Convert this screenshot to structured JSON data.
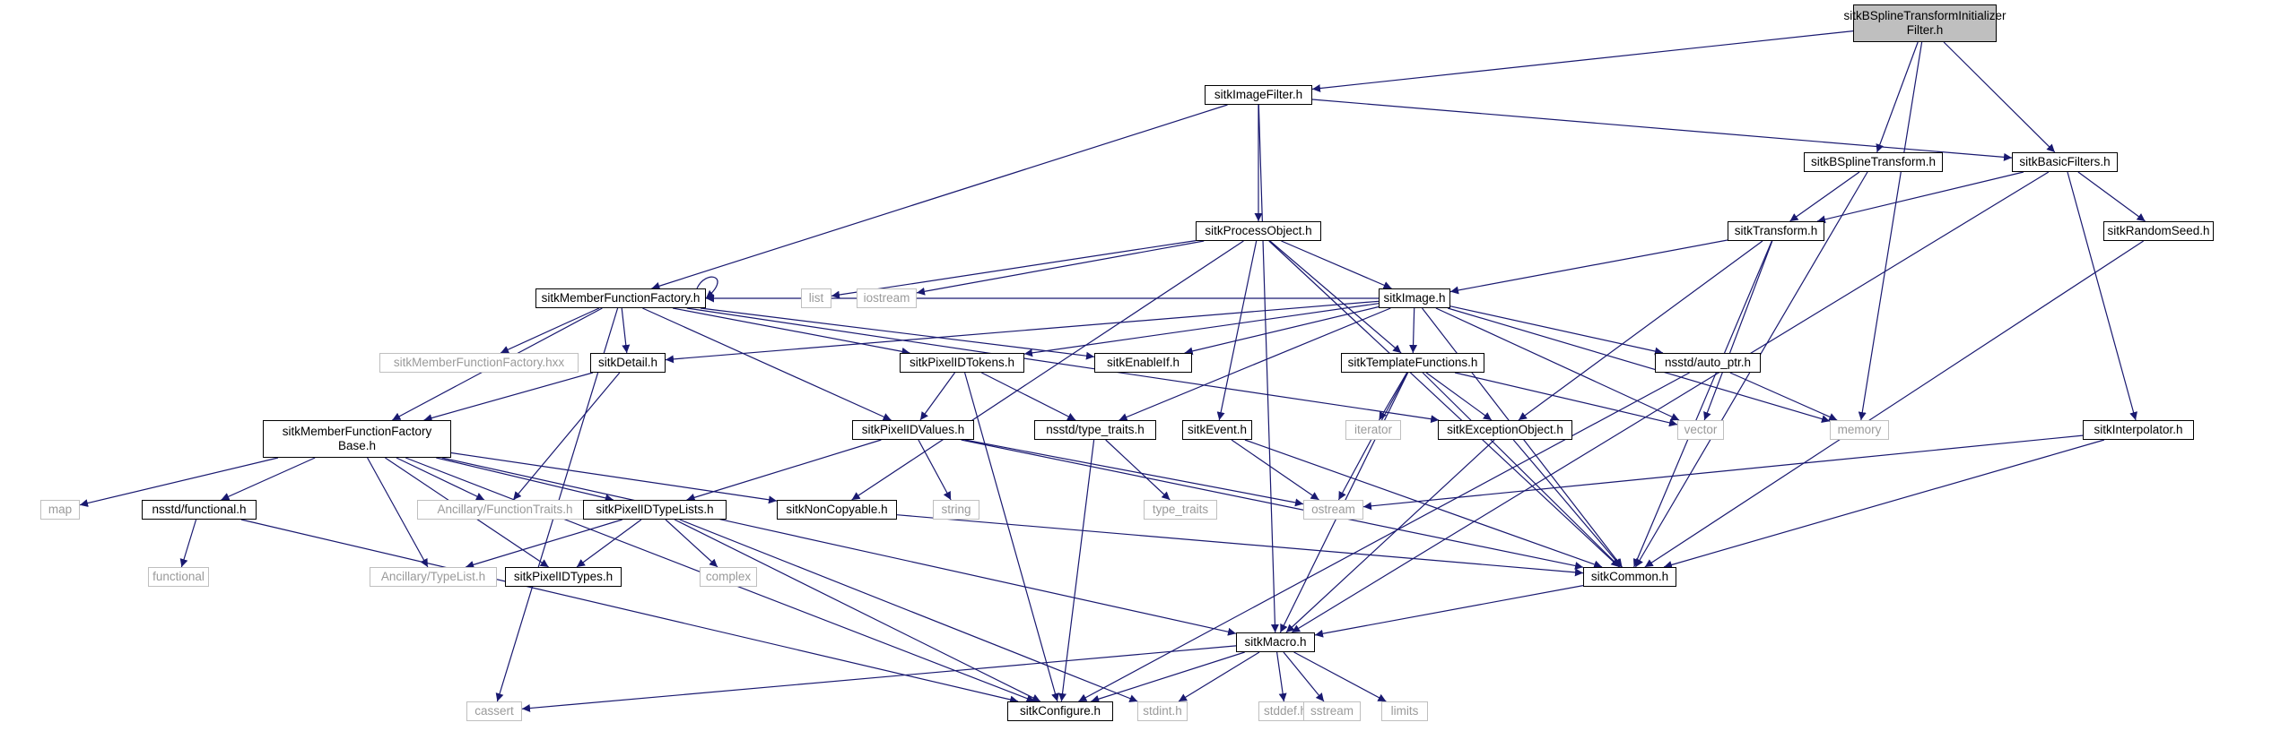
{
  "colors": {
    "edge": "#191970",
    "node_border": "#000000",
    "external_border": "#bfbfbf",
    "external_text": "#9a9a9a",
    "root_fill": "#bfbfbf"
  },
  "nodes": [
    {
      "id": "root",
      "lines": [
        "sitkBSplineTransformInitializer",
        "Filter.h"
      ],
      "kind": "root"
    },
    {
      "id": "imagefilter",
      "lines": [
        "sitkImageFilter.h"
      ],
      "kind": "internal"
    },
    {
      "id": "bsplinetransform",
      "lines": [
        "sitkBSplineTransform.h"
      ],
      "kind": "internal"
    },
    {
      "id": "basicfilters",
      "lines": [
        "sitkBasicFilters.h"
      ],
      "kind": "internal"
    },
    {
      "id": "processobject",
      "lines": [
        "sitkProcessObject.h"
      ],
      "kind": "internal"
    },
    {
      "id": "transform",
      "lines": [
        "sitkTransform.h"
      ],
      "kind": "internal"
    },
    {
      "id": "randomseed",
      "lines": [
        "sitkRandomSeed.h"
      ],
      "kind": "internal"
    },
    {
      "id": "list",
      "lines": [
        "list"
      ],
      "kind": "external"
    },
    {
      "id": "iostream",
      "lines": [
        "iostream"
      ],
      "kind": "external"
    },
    {
      "id": "memberfunctionfactory",
      "lines": [
        "sitkMemberFunctionFactory.h"
      ],
      "kind": "internal"
    },
    {
      "id": "image",
      "lines": [
        "sitkImage.h"
      ],
      "kind": "internal"
    },
    {
      "id": "mffhxx",
      "lines": [
        "sitkMemberFunctionFactory.hxx"
      ],
      "kind": "external"
    },
    {
      "id": "detail",
      "lines": [
        "sitkDetail.h"
      ],
      "kind": "internal"
    },
    {
      "id": "pixelidtokens",
      "lines": [
        "sitkPixelIDTokens.h"
      ],
      "kind": "internal"
    },
    {
      "id": "enableif",
      "lines": [
        "sitkEnableIf.h"
      ],
      "kind": "internal"
    },
    {
      "id": "templatefunctions",
      "lines": [
        "sitkTemplateFunctions.h"
      ],
      "kind": "internal"
    },
    {
      "id": "autoptr",
      "lines": [
        "nsstd/auto_ptr.h"
      ],
      "kind": "internal"
    },
    {
      "id": "mffbase",
      "lines": [
        "sitkMemberFunctionFactory",
        "Base.h"
      ],
      "kind": "internal"
    },
    {
      "id": "pixelidvalues",
      "lines": [
        "sitkPixelIDValues.h"
      ],
      "kind": "internal"
    },
    {
      "id": "typetraits",
      "lines": [
        "nsstd/type_traits.h"
      ],
      "kind": "internal"
    },
    {
      "id": "event",
      "lines": [
        "sitkEvent.h"
      ],
      "kind": "internal"
    },
    {
      "id": "iterator",
      "lines": [
        "iterator"
      ],
      "kind": "external"
    },
    {
      "id": "exceptionobject",
      "lines": [
        "sitkExceptionObject.h"
      ],
      "kind": "internal"
    },
    {
      "id": "vector",
      "lines": [
        "vector"
      ],
      "kind": "external"
    },
    {
      "id": "memory",
      "lines": [
        "memory"
      ],
      "kind": "external"
    },
    {
      "id": "interpolator",
      "lines": [
        "sitkInterpolator.h"
      ],
      "kind": "internal"
    },
    {
      "id": "map",
      "lines": [
        "map"
      ],
      "kind": "external"
    },
    {
      "id": "functionalh",
      "lines": [
        "nsstd/functional.h"
      ],
      "kind": "internal"
    },
    {
      "id": "functiontraits",
      "lines": [
        "Ancillary/FunctionTraits.h"
      ],
      "kind": "external"
    },
    {
      "id": "string",
      "lines": [
        "string"
      ],
      "kind": "external"
    },
    {
      "id": "noncopyable",
      "lines": [
        "sitkNonCopyable.h"
      ],
      "kind": "internal"
    },
    {
      "id": "type_traits",
      "lines": [
        "type_traits"
      ],
      "kind": "external"
    },
    {
      "id": "ostream",
      "lines": [
        "ostream"
      ],
      "kind": "external"
    },
    {
      "id": "pixelidtypelists",
      "lines": [
        "sitkPixelIDTypeLists.h"
      ],
      "kind": "internal"
    },
    {
      "id": "functional",
      "lines": [
        "functional"
      ],
      "kind": "external"
    },
    {
      "id": "typelist",
      "lines": [
        "Ancillary/TypeList.h"
      ],
      "kind": "external"
    },
    {
      "id": "pixelidtypes",
      "lines": [
        "sitkPixelIDTypes.h"
      ],
      "kind": "internal"
    },
    {
      "id": "complex",
      "lines": [
        "complex"
      ],
      "kind": "external"
    },
    {
      "id": "common",
      "lines": [
        "sitkCommon.h"
      ],
      "kind": "internal"
    },
    {
      "id": "macro",
      "lines": [
        "sitkMacro.h"
      ],
      "kind": "internal"
    },
    {
      "id": "cassert",
      "lines": [
        "cassert"
      ],
      "kind": "external"
    },
    {
      "id": "configure",
      "lines": [
        "sitkConfigure.h"
      ],
      "kind": "internal"
    },
    {
      "id": "stdint",
      "lines": [
        "stdint.h"
      ],
      "kind": "external"
    },
    {
      "id": "stddef",
      "lines": [
        "stddef.h"
      ],
      "kind": "external"
    },
    {
      "id": "sstream",
      "lines": [
        "sstream"
      ],
      "kind": "external"
    },
    {
      "id": "limits",
      "lines": [
        "limits"
      ],
      "kind": "external"
    }
  ],
  "edges": [
    [
      "root",
      "imagefilter"
    ],
    [
      "root",
      "bsplinetransform"
    ],
    [
      "root",
      "basicfilters"
    ],
    [
      "root",
      "memory"
    ],
    [
      "imagefilter",
      "basicfilters"
    ],
    [
      "imagefilter",
      "processobject"
    ],
    [
      "imagefilter",
      "memberfunctionfactory"
    ],
    [
      "imagefilter",
      "macro"
    ],
    [
      "bsplinetransform",
      "transform"
    ],
    [
      "bsplinetransform",
      "common"
    ],
    [
      "basicfilters",
      "transform"
    ],
    [
      "basicfilters",
      "randomseed"
    ],
    [
      "basicfilters",
      "interpolator"
    ],
    [
      "basicfilters",
      "macro"
    ],
    [
      "randomseed",
      "common"
    ],
    [
      "processobject",
      "list"
    ],
    [
      "processobject",
      "iostream"
    ],
    [
      "processobject",
      "image"
    ],
    [
      "processobject",
      "templatefunctions"
    ],
    [
      "processobject",
      "event"
    ],
    [
      "processobject",
      "noncopyable"
    ],
    [
      "processobject",
      "common"
    ],
    [
      "transform",
      "image"
    ],
    [
      "transform",
      "exceptionobject"
    ],
    [
      "transform",
      "vector"
    ],
    [
      "transform",
      "common"
    ],
    [
      "memberfunctionfactory",
      "memberfunctionfactory"
    ],
    [
      "memberfunctionfactory",
      "mffhxx"
    ],
    [
      "memberfunctionfactory",
      "detail"
    ],
    [
      "memberfunctionfactory",
      "mffbase"
    ],
    [
      "memberfunctionfactory",
      "pixelidtokens"
    ],
    [
      "memberfunctionfactory",
      "enableif"
    ],
    [
      "memberfunctionfactory",
      "pixelidvalues"
    ],
    [
      "memberfunctionfactory",
      "exceptionobject"
    ],
    [
      "memberfunctionfactory",
      "cassert"
    ],
    [
      "image",
      "detail"
    ],
    [
      "image",
      "pixelidtokens"
    ],
    [
      "image",
      "enableif"
    ],
    [
      "image",
      "templatefunctions"
    ],
    [
      "image",
      "autoptr"
    ],
    [
      "image",
      "typetraits"
    ],
    [
      "image",
      "vector"
    ],
    [
      "image",
      "memory"
    ],
    [
      "image",
      "common"
    ],
    [
      "image",
      "memberfunctionfactory"
    ],
    [
      "detail",
      "mffbase"
    ],
    [
      "detail",
      "functiontraits"
    ],
    [
      "pixelidtokens",
      "pixelidvalues"
    ],
    [
      "pixelidtokens",
      "typetraits"
    ],
    [
      "pixelidtokens",
      "configure"
    ],
    [
      "templatefunctions",
      "iterator"
    ],
    [
      "templatefunctions",
      "exceptionobject"
    ],
    [
      "templatefunctions",
      "vector"
    ],
    [
      "templatefunctions",
      "ostream"
    ],
    [
      "templatefunctions",
      "common"
    ],
    [
      "templatefunctions",
      "macro"
    ],
    [
      "autoptr",
      "memory"
    ],
    [
      "autoptr",
      "configure"
    ],
    [
      "mffbase",
      "map"
    ],
    [
      "mffbase",
      "functionalh"
    ],
    [
      "mffbase",
      "functiontraits"
    ],
    [
      "mffbase",
      "typelist"
    ],
    [
      "mffbase",
      "pixelidtypes"
    ],
    [
      "mffbase",
      "pixelidtypelists"
    ],
    [
      "mffbase",
      "noncopyable"
    ],
    [
      "mffbase",
      "macro"
    ],
    [
      "mffbase",
      "configure"
    ],
    [
      "pixelidvalues",
      "pixelidtypelists"
    ],
    [
      "pixelidvalues",
      "string"
    ],
    [
      "pixelidvalues",
      "ostream"
    ],
    [
      "pixelidvalues",
      "common"
    ],
    [
      "typetraits",
      "type_traits"
    ],
    [
      "typetraits",
      "configure"
    ],
    [
      "event",
      "ostream"
    ],
    [
      "event",
      "common"
    ],
    [
      "exceptionobject",
      "common"
    ],
    [
      "exceptionobject",
      "macro"
    ],
    [
      "interpolator",
      "ostream"
    ],
    [
      "interpolator",
      "common"
    ],
    [
      "functionalh",
      "functional"
    ],
    [
      "functionalh",
      "configure"
    ],
    [
      "noncopyable",
      "common"
    ],
    [
      "pixelidtypelists",
      "typelist"
    ],
    [
      "pixelidtypelists",
      "pixelidtypes"
    ],
    [
      "pixelidtypelists",
      "complex"
    ],
    [
      "pixelidtypelists",
      "stdint"
    ],
    [
      "pixelidtypelists",
      "configure"
    ],
    [
      "common",
      "macro"
    ],
    [
      "macro",
      "cassert"
    ],
    [
      "macro",
      "configure"
    ],
    [
      "macro",
      "stdint"
    ],
    [
      "macro",
      "stddef"
    ],
    [
      "macro",
      "sstream"
    ],
    [
      "macro",
      "limits"
    ]
  ]
}
